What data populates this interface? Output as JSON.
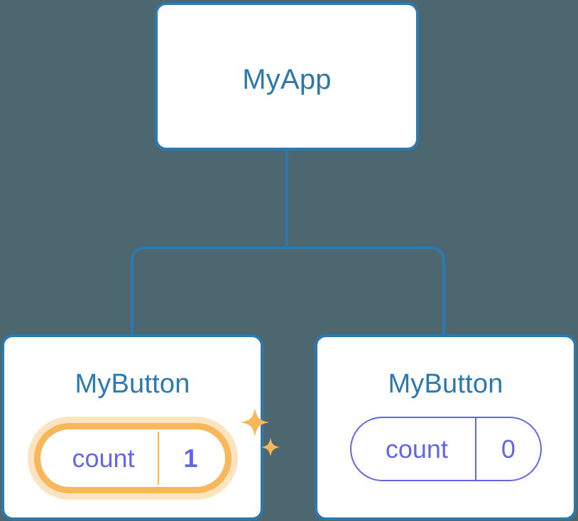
{
  "diagram": {
    "type": "component-tree",
    "background_color": "#4c6770",
    "node_border_color": "#2c79ae",
    "title_color": "#2c79ae",
    "state_color": "#6366e8",
    "highlight_color": "#f8b75a",
    "edge_color": "#2c79ae"
  },
  "root": {
    "title": "MyApp"
  },
  "children": [
    {
      "title": "MyButton",
      "state": {
        "key": "count",
        "value": "1"
      },
      "highlighted": true,
      "sparkle_icon": "sparkles-icon"
    },
    {
      "title": "MyButton",
      "state": {
        "key": "count",
        "value": "0"
      },
      "highlighted": false
    }
  ]
}
